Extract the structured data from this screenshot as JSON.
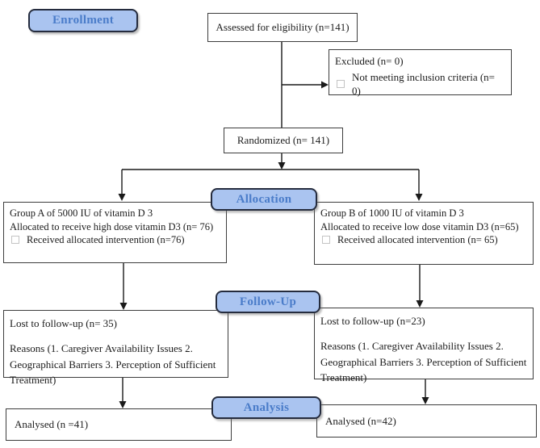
{
  "stages": {
    "enrollment": "Enrollment",
    "allocation": "Allocation",
    "followup": "Follow-Up",
    "analysis": "Analysis"
  },
  "boxes": {
    "assessed": "Assessed for eligibility (n=141)",
    "excluded": {
      "line1": "Excluded (n= 0)",
      "bullet1": "Not meeting inclusion criteria (n= 0)"
    },
    "randomized": "Randomized (n= 141)",
    "group_a": {
      "line1": "Group A of 5000 IU of vitamin D 3",
      "line2": "Allocated to receive high dose vitamin D3 (n= 76)",
      "bullet1": "Received allocated intervention (n=76)"
    },
    "group_b": {
      "line1": "Group B of 1000 IU of vitamin D 3",
      "line2": "Allocated to receive low dose vitamin D3 (n=65)",
      "bullet1": "Received allocated intervention (n= 65)"
    },
    "followup_a": {
      "line1": "Lost to follow-up (n= 35)",
      "reasons": "Reasons (1. Caregiver Availability Issues 2. Geographical Barriers 3. Perception of Sufficient Treatment)"
    },
    "followup_b": {
      "line1": "Lost to follow-up (n=23)",
      "reasons": "Reasons (1. Caregiver Availability Issues 2. Geographical Barriers 3. Perception of Sufficient Treatment)"
    },
    "analysed_a": "Analysed (n =41)",
    "analysed_b": "Analysed (n=42)"
  },
  "colors": {
    "stage_fill": "#aac4f0",
    "stage_border": "#252c3e",
    "stage_text": "#4a7cc9",
    "box_border": "#3d3d3d",
    "arrow": "#1a1a1a",
    "text": "#1c1c1c"
  }
}
